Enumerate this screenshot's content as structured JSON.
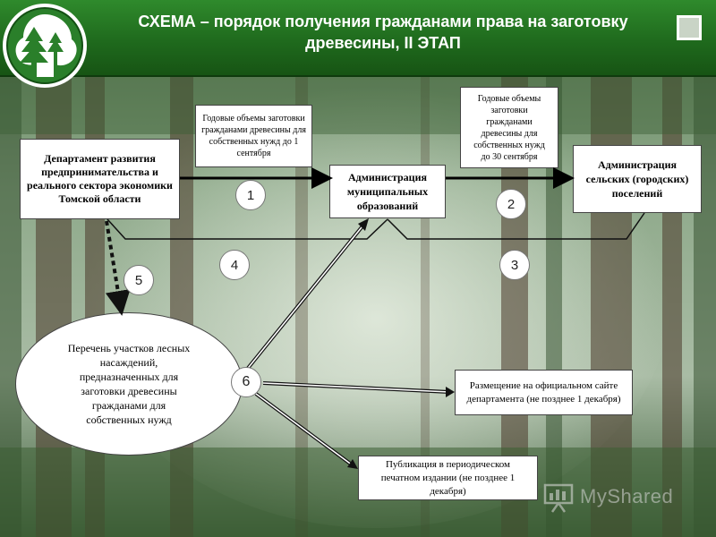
{
  "title": "СХЕМА  – порядок получения гражданами права на заготовку древесины, II ЭТАП",
  "boxes": {
    "department": "Департамент развития предпринимательства и реального сектора экономики Томской области",
    "municipal": "Администрация муниципальных образований",
    "rural": "Администрация сельских (городских) поселений",
    "note1": "Годовые объемы заготовки гражданами древесины для собственных нужд до 1 сентября",
    "note2": "Годовые объемы заготовки гражданами древесины для собственных нужд до 30 сентября",
    "list": "Перечень  участков лесных насаждений, предназначенных для заготовки древесины гражданами для собственных нужд",
    "site": "Размещение на официальном сайте департамента (не позднее 1 декабря)",
    "publication": "Публикация в периодическом печатном издании (не позднее 1 декабря)"
  },
  "steps": [
    "1",
    "2",
    "3",
    "4",
    "5",
    "6"
  ],
  "watermark": "MyShared",
  "colors": {
    "header": "#1f6a1d",
    "forest": "#3d6a36"
  }
}
